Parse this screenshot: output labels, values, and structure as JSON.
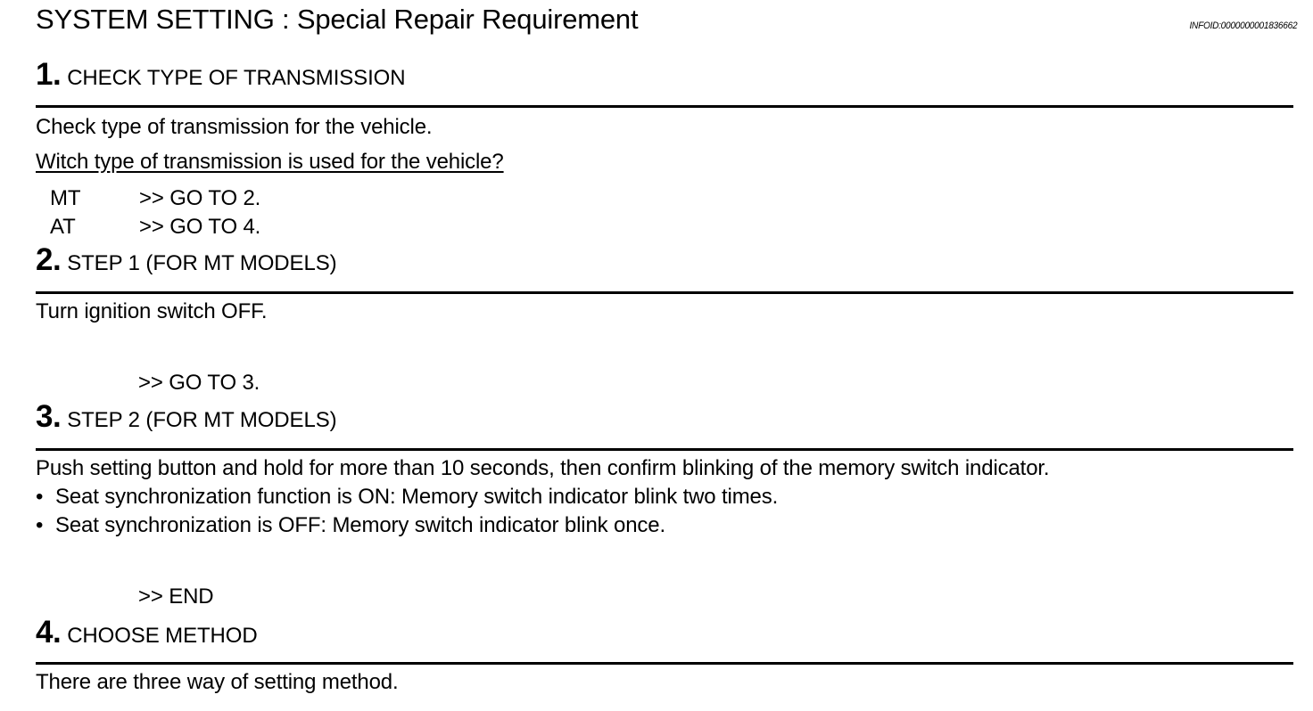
{
  "header": {
    "title": "SYSTEM SETTING : Special Repair Requirement",
    "infoid": "INFOID:0000000001836662"
  },
  "steps": [
    {
      "number": "1.",
      "title": "CHECK TYPE OF TRANSMISSION",
      "lines": [
        "Check type of transmission for the vehicle.",
        "Witch type of transmission is used for the vehicle?"
      ],
      "choices": [
        {
          "label": "MT",
          "goto": ">> GO TO 2."
        },
        {
          "label": "AT",
          "goto": ">> GO TO 4."
        }
      ]
    },
    {
      "number": "2.",
      "title": "STEP 1 (FOR MT MODELS)",
      "lines": [
        "Turn ignition switch OFF."
      ],
      "goto": ">> GO TO 3."
    },
    {
      "number": "3.",
      "title": "STEP 2 (FOR MT MODELS)",
      "lines": [
        "Push setting button and hold for more than 10 seconds, then confirm blinking of the memory switch indicator."
      ],
      "bullets": [
        "Seat synchronization function is ON: Memory switch indicator blink two times.",
        "Seat synchronization is OFF: Memory switch indicator blink once."
      ],
      "bullet_glyph": "•",
      "goto": ">> END"
    },
    {
      "number": "4.",
      "title": "CHOOSE METHOD",
      "lines": [
        "There are three way of setting method."
      ]
    }
  ]
}
